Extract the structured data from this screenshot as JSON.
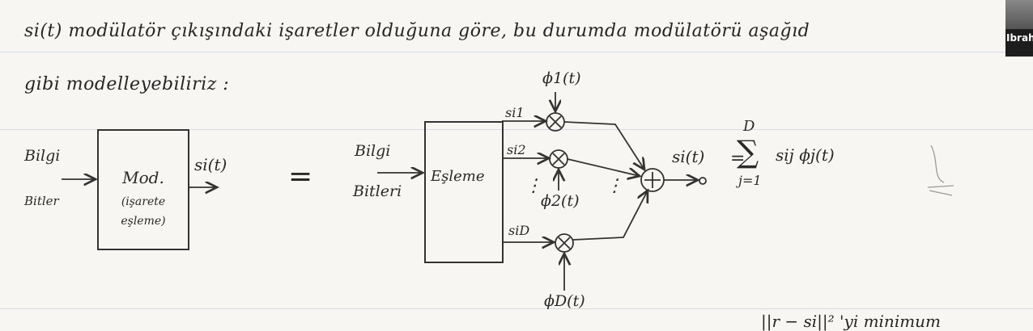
{
  "line1": "si(t) modülatör çıkışındaki işaretler olduğuna göre, bu durumda modülatörü aşağıd",
  "line2": "gibi modelleyebiliriz :",
  "left_block": {
    "input_label_1": "Bilgi",
    "input_label_2": "Bitler",
    "box_title": "Mod.",
    "box_sub_1": "(işarete",
    "box_sub_2": "eşleme)",
    "output": "si(t)"
  },
  "equivalence_symbol": "=",
  "right_block": {
    "input_label_1": "Bilgi",
    "input_label_2": "Bitleri",
    "box_label": "Eşleme",
    "branch_1": "si1",
    "branch_2": "si2",
    "branch_D": "siD",
    "phi_1": "ϕ1(t)",
    "phi_2": "ϕ2(t)",
    "phi_D": "ϕD(t)",
    "vertical_dots": "⋮",
    "output": "si(t)",
    "equation_equals": "=",
    "sum_upper": "D",
    "sum_symbol": "∑",
    "sum_lower": "j=1",
    "sum_term": "sij ϕj(t)"
  },
  "bottom_partial": "||r − si||² 'yi minimum",
  "webcam": {
    "name": "Ibrah"
  }
}
